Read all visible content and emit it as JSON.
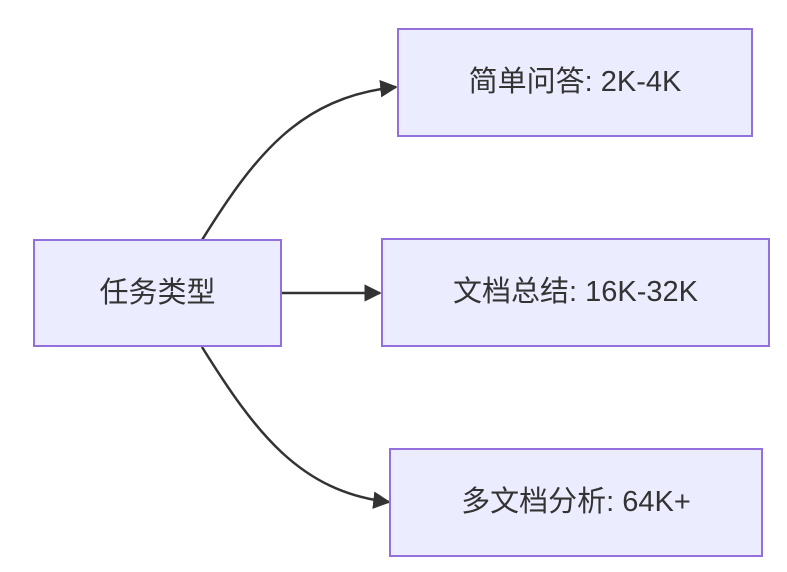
{
  "diagram": {
    "type": "flowchart-left-to-right",
    "nodes": {
      "root": {
        "label": "任务类型"
      },
      "simple_qa": {
        "label": "简单问答: 2K-4K"
      },
      "doc_summary": {
        "label": "文档总结: 16K-32K"
      },
      "multi_doc": {
        "label": "多文档分析: 64K+"
      }
    },
    "edges": [
      {
        "from": "任务类型",
        "to": "简单问答: 2K-4K",
        "style": "curved-up-arrow"
      },
      {
        "from": "任务类型",
        "to": "文档总结: 16K-32K",
        "style": "straight-arrow"
      },
      {
        "from": "任务类型",
        "to": "多文档分析: 64K+",
        "style": "curved-down-arrow"
      }
    ],
    "colors": {
      "node_fill": "#ECECFF",
      "node_border": "#9370DB",
      "edge_stroke": "#333333",
      "text": "#333333",
      "background": "#FFFFFF"
    }
  }
}
